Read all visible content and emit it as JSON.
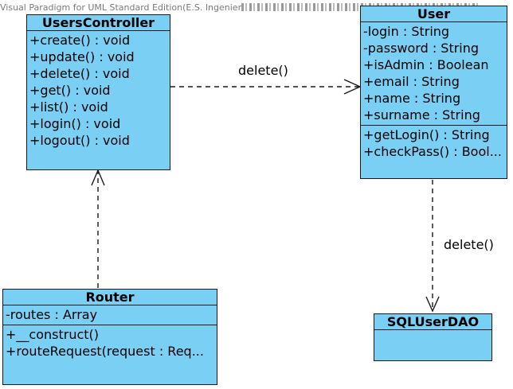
{
  "watermark": "Visual Paradigm for UML Standard Edition(E.S. Ingenier",
  "classes": {
    "users_controller": {
      "name": "UsersController",
      "attributes": [],
      "operations": [
        "+create() : void",
        "+update() : void",
        "+delete() : void",
        "+get() : void",
        "+list() : void",
        "+login() : void",
        "+logout() : void"
      ]
    },
    "user": {
      "name": "User",
      "attributes": [
        "-login : String",
        "-password : String",
        "+isAdmin : Boolean",
        "+email : String",
        "+name : String",
        "+surname : String"
      ],
      "operations": [
        "+getLogin() : String",
        "+checkPass() : Bool..."
      ]
    },
    "router": {
      "name": "Router",
      "attributes": [
        "-routes : Array"
      ],
      "operations": [
        "+__construct()",
        "+routeRequest(request : Req..."
      ]
    },
    "sqluserdao": {
      "name": "SQLUserDAO",
      "attributes": [],
      "operations": []
    }
  },
  "dependencies": [
    {
      "from": "UsersController",
      "to": "User",
      "label": "delete()"
    },
    {
      "from": "User",
      "to": "SQLUserDAO",
      "label": "delete()"
    },
    {
      "from": "Router",
      "to": "UsersController",
      "label": ""
    }
  ],
  "colors": {
    "class_fill": "#7acff5",
    "border": "#1a1a1a",
    "watermark_text": "#7a7a7a"
  }
}
